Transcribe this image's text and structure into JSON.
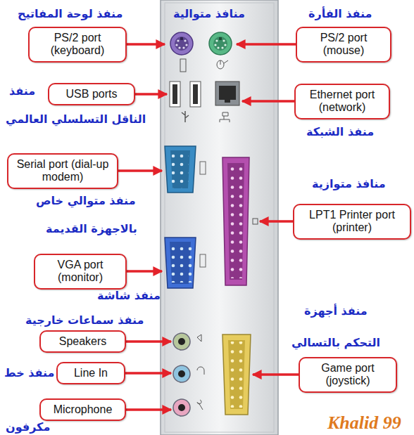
{
  "diagram": {
    "nodes": [
      {
        "text": [
          "PS/2 port (keyboard)"
        ]
      },
      {
        "text": [
          "PS/2 port (mouse)"
        ]
      },
      {
        "text": [
          "USB ports"
        ]
      },
      {
        "text": [
          "Ethernet port (network)"
        ]
      },
      {
        "text": [
          "Serial port (dial-up modem)"
        ]
      },
      {
        "text": [
          "LPT1 Printer port (printer)"
        ]
      },
      {
        "text": [
          "VGA port (monitor)"
        ]
      },
      {
        "text": [
          "Speakers"
        ]
      },
      {
        "text": [
          "Game port (joystick)"
        ]
      },
      {
        "text": [
          "Line In"
        ]
      },
      {
        "text": [
          "Microphone"
        ]
      }
    ],
    "edges": [],
    "labels": [
      "منفذ لوحة المفاتيح",
      "منافذ متوالية",
      "منفذ الفأرة",
      "منفذ",
      "الناقل التسلسلي العالمي",
      "منفذ الشبكة",
      "منافذ متوازية",
      "منفذ متوالي خاص",
      "بالاجهزة القديمة",
      "منفذ شاشة",
      "منفذ أجهزة",
      "منفذ سماعات خارجية",
      "التحكم بالتسالي",
      "منفذ خط",
      "مكرفون",
      "Khalid 99"
    ]
  }
}
